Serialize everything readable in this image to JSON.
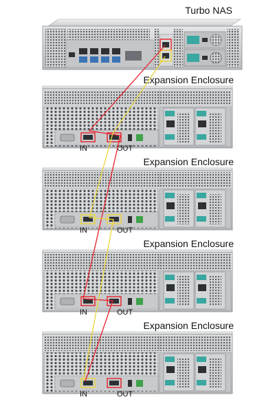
{
  "labels": {
    "nas_title": "Turbo NAS",
    "enclosure_title": "Expansion Enclosure",
    "port_in": "IN",
    "port_out": "OUT"
  },
  "enclosures": [
    {
      "title": "Expansion Enclosure",
      "in_label": "IN",
      "out_label": "OUT",
      "in_highlight": "red",
      "out_highlight": "red"
    },
    {
      "title": "Expansion Enclosure",
      "in_label": "IN",
      "out_label": "OUT",
      "in_highlight": "yellow",
      "out_highlight": "yellow"
    },
    {
      "title": "Expansion Enclosure",
      "in_label": "IN",
      "out_label": "OUT",
      "in_highlight": "red",
      "out_highlight": "red"
    },
    {
      "title": "Expansion Enclosure",
      "in_label": "IN",
      "out_label": "OUT",
      "in_highlight": "yellow",
      "out_highlight": "red"
    }
  ],
  "cables": [
    {
      "name": "red-cable",
      "color": "#e8202a"
    },
    {
      "name": "yellow-cable",
      "color": "#ecd63a"
    }
  ],
  "colors": {
    "chassis": "#cfd1d3",
    "chassis_dark": "#8c8f92",
    "grill": "#5a5d60",
    "psu_teal": "#3aa7a0",
    "psu_green": "#3fa24a",
    "highlight_red": "#e8202a",
    "highlight_yellow": "#ecd63a"
  }
}
